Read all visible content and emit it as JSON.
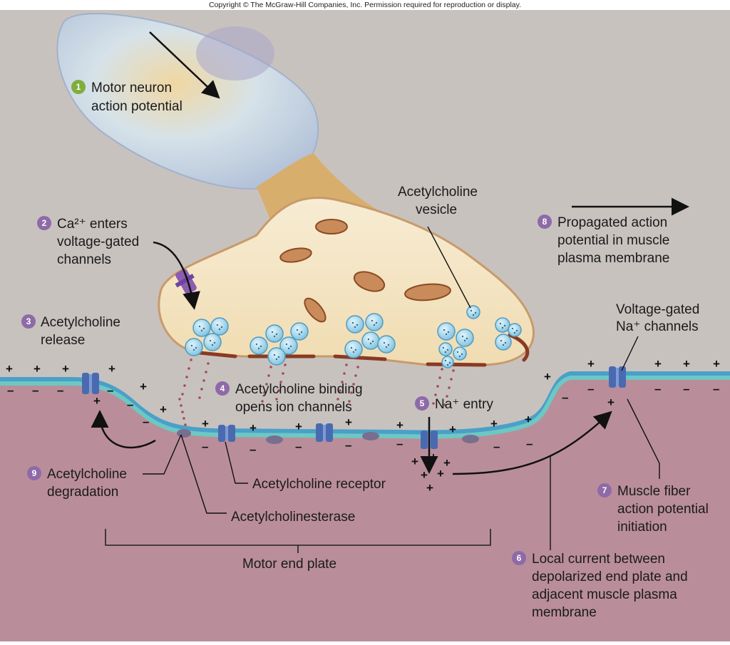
{
  "copyright": "Copyright © The McGraw-Hill Companies, Inc. Permission required for reproduction or display.",
  "colors": {
    "background": "#c8c2bf",
    "muscle": "#b98e9a",
    "membrane": "#6cc8c4",
    "membrane_outer": "#4aa0c8",
    "terminal": "#f4e6c6",
    "terminal_edge": "#c89a6a",
    "vesicle": "#a9d8ec",
    "step_purple": "#8e6aa8",
    "step_green": "#7fae3c",
    "channel": "#4a6ab0"
  },
  "steps": [
    {
      "num": "1",
      "badge_color": "#7fae3c",
      "lines": [
        "Motor neuron",
        "action potential"
      ]
    },
    {
      "num": "2",
      "badge_color": "#8e6aa8",
      "lines": [
        "Ca²⁺ enters",
        "voltage-gated",
        "channels"
      ]
    },
    {
      "num": "3",
      "badge_color": "#8e6aa8",
      "lines": [
        "Acetylcholine",
        "release"
      ]
    },
    {
      "num": "4",
      "badge_color": "#8e6aa8",
      "lines": [
        "Acetylcholine binding",
        "opens ion channels"
      ]
    },
    {
      "num": "5",
      "badge_color": "#8e6aa8",
      "lines": [
        "Na⁺ entry"
      ]
    },
    {
      "num": "6",
      "badge_color": "#8e6aa8",
      "lines": [
        "Local current between",
        "depolarized end plate and",
        "adjacent muscle plasma",
        "membrane"
      ]
    },
    {
      "num": "7",
      "badge_color": "#8e6aa8",
      "lines": [
        "Muscle fiber",
        "action potential",
        "initiation"
      ]
    },
    {
      "num": "8",
      "badge_color": "#8e6aa8",
      "lines": [
        "Propagated action",
        "potential in muscle",
        "plasma membrane"
      ]
    },
    {
      "num": "9",
      "badge_color": "#8e6aa8",
      "lines": [
        "Acetylcholine",
        "degradation"
      ]
    }
  ],
  "labels": {
    "ach_vesicle": [
      "Acetylcholine",
      "vesicle"
    ],
    "voltage_gated_na": [
      "Voltage-gated",
      "Na⁺ channels"
    ],
    "ach_receptor": "Acetylcholine receptor",
    "ache": "Acetylcholinesterase",
    "motor_end_plate": "Motor end plate"
  },
  "signs": {
    "plus": "+",
    "minus": "–"
  }
}
